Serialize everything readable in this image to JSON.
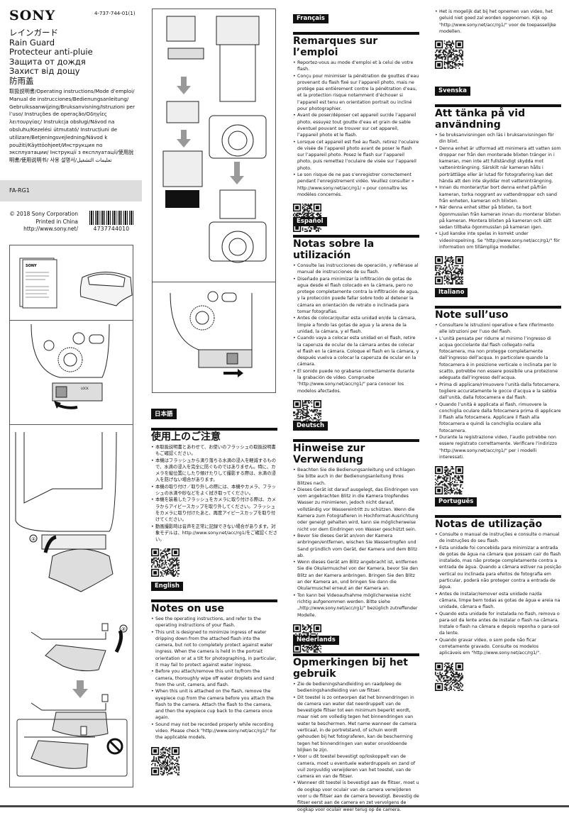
{
  "header": {
    "logo": "SONY",
    "part_number": "4-737-744-01(1)",
    "titles": [
      "レインガード",
      "Rain Guard",
      "Protecteur anti-pluie",
      "Защита от дождя",
      "Захист від дощу",
      "防雨盖"
    ],
    "manual_names": "取扱説明書/Operating instructions/Mode d’emploi/ Manual de instrucciones/Bedienungsanleitung/ Gebruiksaanwijzing/Bruksanvisning/Istruzioni per l’uso/ Instruções de operação/Οδηγίες λειτουργίας/ Instrukcja obsługi/Návod na obsluhu/Kezelési útmutató/ Instrucțiuni de utilizare/Betjeningsvejledning/Návod k použití/Käyttöohjeet/Инструкция по эксплуатации/ Інструкції з експлуатації/使用說明書/使用说明书/ 사용 설명서/تعليمات التشغيل",
    "model": "FA-RG1",
    "copyright": "© 2018 Sony Corporation",
    "printed": "Printed in China",
    "url": "http://www.sony.net/",
    "barcode_number": "4737744010"
  },
  "illustrations": {
    "step1_label": "①",
    "step2_label": "②",
    "lock_label": "LOCK"
  },
  "sections": {
    "ja": {
      "lang": "日本語",
      "title": "使用上のご注意",
      "bullets": [
        "本取扱説明書とあわせて、お使いのフラッシュの取扱説明書もご確認ください。",
        "本機はフラッシュから滴り落ちる水滴の浸入を軽減するもので、水滴の浸入を完全に防ぐものではありません。特に、カメラを縦位置にしたり傾けたりして撮影する際は、水滴の浸入を防げない場合があります。",
        "本機の取り付け／取り外しの際には、本機やカメラ、フラッシュの水滴や砂などをよく拭き取ってください。",
        "本機を装着したフラッシュをカメラに取り付ける際は、カメラからアイピースカップを取り外してください。フラッシュをカメラに取り付けたあと、再度アイピースカップを取り付けてください。",
        "動画撮影時は音声を正常に記録できない場合があります。対象モデルは、http://www.sony.net/acc/rg1/をご確認ください。"
      ]
    },
    "en": {
      "lang": "English",
      "title": "Notes on use",
      "bullets": [
        "See the operating instructions, and refer to the operating instructions of your flash.",
        "This unit is designed to minimize ingress of water dripping down from the attached flash into the camera, but not to completely protect against water ingress. When the camera is held in the portrait orientation or at a tilt for photographing, in particular, it may fail to protect against water ingress.",
        "Before you attach/remove this unit to/from the camera, thoroughly wipe off water droplets and sand from the unit, camera, and flash.",
        "When this unit is attached on the flash, remove the eyepiece cup from the camera before you attach the flash to the camera. Attach the flash to the camera, and then the eyepiece cup back to the camera once again.",
        "Sound may not be recorded properly while recording video. Please check \"http://www.sony.net/acc/rg1/\" for the applicable models."
      ]
    },
    "fr": {
      "lang": "Français",
      "title": "Remarques sur l’emploi",
      "bullets": [
        "Reportez-vous au mode d’emploi et à celui de votre flash.",
        "Conçu pour minimiser la pénétration de gouttes d’eau provenant du flash fixé sur l’appareil photo, mais ne protège pas entièrement contre la pénétration d’eau, et la protection risque notamment d’échouer si l’appareil est tenu en orientation portrait ou incliné pour photographier.",
        "Avant de poser/déposer cet appareil sur/de l’appareil photo, essuyez tout goutte d’eau et grain de sable éventuel pouvant se trouver sur cet appareil, l’appareil photo et le flash.",
        "Lorsque cet appareil est fixé au flash, retirez l’oculaire de visée de l’appareil photo avant de poser le flash sur l’appareil photo. Posez le flash sur l’appareil photo, puis remettez l’oculaire de visée sur l’appareil photo.",
        "Le son risque de ne pas s’enregistrer correctement pendant l’enregistrement vidéo. Veuillez consulter « http://www.sony.net/acc/rg1/ » pour connaître les modèles concernés."
      ]
    },
    "es": {
      "lang": "Español",
      "title": "Notas sobre la utilización",
      "bullets": [
        "Consulte las instrucciones de operación, y refiérase al manual de instrucciones de su flash.",
        "Diseñado para minimizar la infiltración de gotas de agua desde el flash colocado en la cámara, pero no protege completamente contra la infiltración de agua, y la protección puede fallar sobre todo al detener la cámara en orientación de retrato o inclinada para tomar fotografías.",
        "Antes de colocar/quitar esta unidad en/de la cámara, limpie a fondo las gotas de agua y la arena de la unidad, la cámara, y el flash.",
        "Cuando vaya a colocar esta unidad en el flash, retire la caperuza de ocular de la cámara antes de colocar el flash en la cámara. Coloque el flash en la cámara, y después vuelva a colocar la caperuza de ocular en la cámara.",
        "El sonido puede no grabarse correctamente durante la grabación de vídeo. Compruebe \"http://www.sony.net/acc/rg1/\" para conocer los modelos afectados."
      ]
    },
    "de": {
      "lang": "Deutsch",
      "title": "Hinweise zur Verwendung",
      "bullets": [
        "Beachten Sie die Bedienungsanleitung und schlagen Sie bitte auch in der Bedienungsanleitung Ihres Blitzes nach.",
        "Dieses Gerät ist darauf ausgelegt, das Eindringen von vom angebrachten Blitz in die Kamera tropfendes Wasser zu minimieren, jedoch nicht darauf, vollständig vor Wassereintritt zu schützen. Wenn die Kamera zum Fotografieren in Hochformat-Ausrichtung oder geneigt gehalten wird, kann sie möglicherweise nicht vor dem Eindringen von Wasser geschützt sein.",
        "Bevor Sie dieses Gerät an/von der Kamera anbringen/entfernen, wischen Sie Wassertropfen und Sand gründlich vom Gerät, der Kamera und dem Blitz ab.",
        "Wenn dieses Gerät am Blitz angebracht ist, entfernen Sie die Okularmuschel von der Kamera, bevor Sie den Blitz an der Kamera anbringen. Bringen Sie den Blitz an der Kamera an, und bringen Sie dann die Okularmuschel erneut an der Kamera an.",
        "Ton kann bei Videoaufnahme möglicherweise nicht richtig aufgenommen werden. Bitte siehe „http://www.sony.net/acc/rg1/“ bezüglich zutreffender Modelle."
      ]
    },
    "nl": {
      "lang": "Nederlands",
      "title": "Opmerkingen bij het gebruik",
      "bullets": [
        "Zie de bedieningshandleiding en raadpleeg de bedieningshandleiding van uw flitser.",
        "Dit toestel is zo ontworpen dat het binnendringen in de camera van water dat neerdruppelt van de bevestigde flitser tot een minimum beperkt wordt, maar niet om volledig tegen het binnendringen van water te beschermen. Met name wanneer de camera verticaal, in de portretstand, of schuin wordt gehouden bij het fotograferen, kan de bescherming tegen het binnendringen van water onvoldoende blijken te zijn.",
        "Voor u dit toestel bevestigt op/loskoppelt van de camera, moet u eventuele waterdruppels en zand of vuil zorgvuldig verwijderen van het toestel, van de camera en van de flitser.",
        "Wanneer dit toestel is bevestigd aan de flitser, moet u de oogkap voor oculair van de camera verwijderen voor u de flitser aan de camera bevestigt. Bevestig de flitser eerst aan de camera en zet vervolgens de oogkap voor oculair weer terug op de camera."
      ],
      "continued_bullet": "Het is mogelijk dat bij het opnemen van video, het geluid niet goed zal worden opgenomen. Kijk op \"http://www.sony.net/acc/rg1/\" voor de toepasselijke modellen."
    },
    "sv": {
      "lang": "Svenska",
      "title": "Att tänka på vid användning",
      "bullets": [
        "Se bruksanvisningen och läs i bruksanvisningen för din blixt.",
        "Denna enhet är utformad att minimera att vatten som droppar ner från den monterade blixten tränger in i kameran, men inte att fullständigt skydda mot vatteninträngning. Särskilt när kameran hålls i porträttläge eller är lutad för fotografering kan det hända att den inte skyddar mot vatteninträngning.",
        "Innan du monterar/tar bort denna enhet på/från kameran, torka noggrant av vattendroppar och sand från enheten, kameran och blixten.",
        "När denna enhet sitter på blixten, ta bort ögonmusslan från kameran innan du monterar blixten på kameran. Montera blixten på kameran och sätt sedan tillbaka ögonmusslan på kameran igen.",
        "Ljud kanske inte spelas in korrekt under videoinspelning. Se \"http://www.sony.net/acc/rg1/\" för information om tillämpliga modeller."
      ]
    },
    "it": {
      "lang": "Italiano",
      "title": "Note sull’uso",
      "bullets": [
        "Consultare le istruzioni operative e fare riferimento alle istruzioni per l’uso del flash.",
        "L’unità pensata per ridurre al minimo l’ingresso di acqua gocciolante dal flash collegato nella fotocamera, ma non protegge completamente dall’ingresso dell’acqua. In particolare quando la fotocamera è in posizione verticale o inclinata per lo scatto, potrebbe non essere possibile una protezione adeguata dall’ingresso dell’acqua.",
        "Prima di applicare/rimuovere l’unità dalla fotocamera, togliere accuratamente le gocce d’acqua e la sabbia dall’unità, dalla fotocamera e dal flash.",
        "Quando l’unità è applicata al flash, rimuovere la conchiglia oculare dalla fotocamera prima di applicare il flash alla fotocamera. Applicare il flash alla fotocamera e quindi la conchiglia oculare alla fotocamera.",
        "Durante la registrazione video, l’audio potrebbe non essere registrato correttamente. Verificare l’indirizzo \"http://www.sony.net/acc/rg1/\" per i modelli interessati."
      ]
    },
    "pt": {
      "lang": "Português",
      "title": "Notas de utilização",
      "bullets": [
        "Consulte o manual de instruções e consulte o manual de instruções do seu flash.",
        "Esta unidade foi concebida para minimizar a entrada de gotas de água na câmara que possam cair do flash instalado, mas não protege completamente contra a entrada de água. Quando a câmara estiver na posição vertical ou inclinada para efeitos de fotografia em particular, poderá não proteger contra a entrada de água.",
        "Antes de instalar/remover esta unidade na/da câmara, limpe bem todas as gotas de água e areia na unidade, câmara e flash.",
        "Quando esta unidade for instalada no flash, remova o para-sol da lente antes de instalar o flash na câmara. Instale o flash na câmara e depois reponha o para-sol da lente.",
        "Quando gravar vídeo, o som pode não ficar corretamente gravado. Consulte os modelos aplicáveis em \"http://www.sony.net/acc/rg1/\"."
      ]
    }
  }
}
